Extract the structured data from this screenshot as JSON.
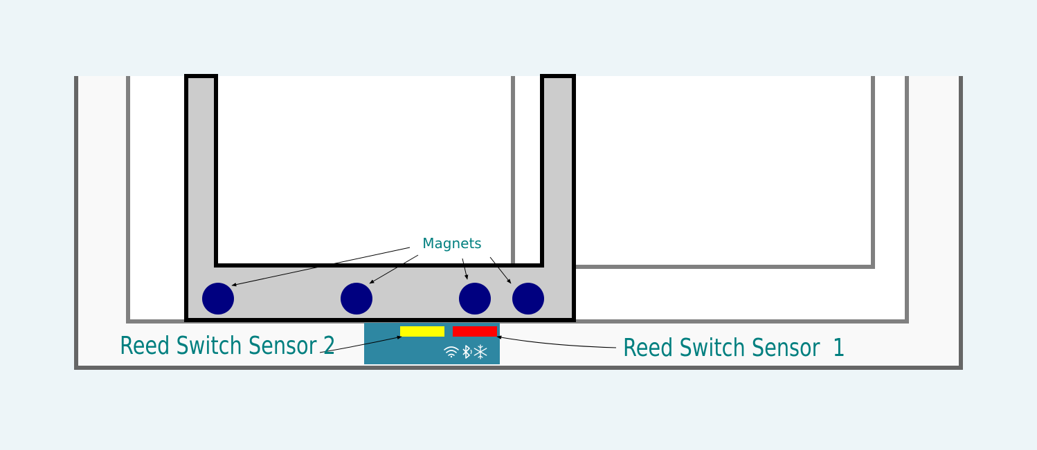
{
  "labels": {
    "magnets": "Magnets",
    "sensor_2": "Reed Switch Sensor 2",
    "sensor_1": "Reed Switch Sensor  1"
  },
  "colors": {
    "background": "#edf5f8",
    "outer_frame": "#666666",
    "frame_fill": "#f9f9f9",
    "inner_frame": "#808080",
    "sash_fill": "#cccccc",
    "sash_outline": "#000000",
    "magnet": "#000080",
    "label_teal": "#007f7f",
    "sensor_body": "#2e87a2",
    "reed_switch_2": "#ffff00",
    "reed_switch_1": "#ff0000",
    "sensor_icons": "#ffffff"
  },
  "icons": [
    "wifi-icon",
    "bluetooth-icon",
    "snowflake-icon"
  ],
  "magnet_count": 4
}
